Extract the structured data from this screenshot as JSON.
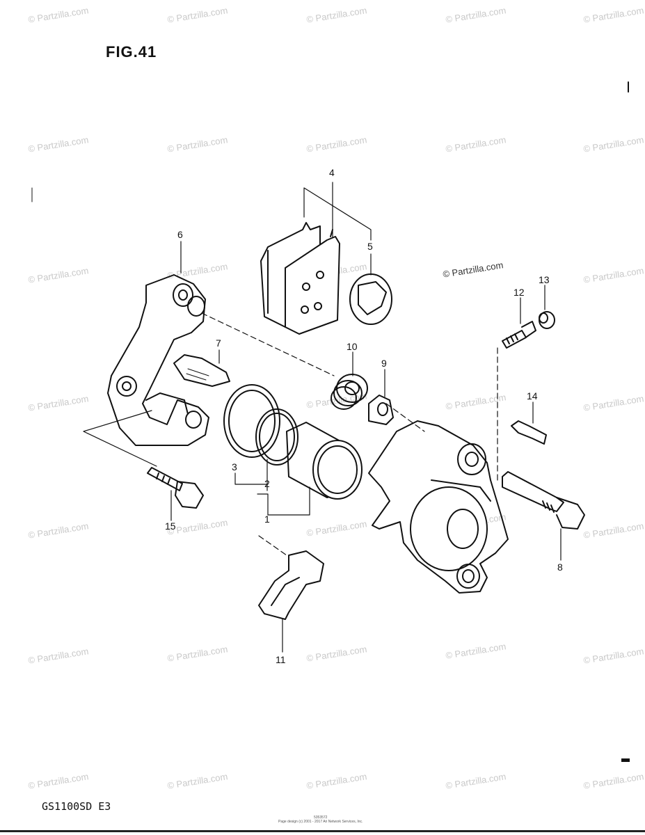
{
  "figure": {
    "title": "FIG.41"
  },
  "model_code": "GS1100SD E3",
  "footer": {
    "id": "5353572",
    "copyright": "Page design (c) 2001 - 2017 Ari Network Services, Inc."
  },
  "watermark": {
    "text": "© Partzilla.com",
    "featured_text": "© Partzilla.com"
  },
  "callouts": [
    "1",
    "2",
    "3",
    "4",
    "5",
    "6",
    "7",
    "8",
    "9",
    "10",
    "11",
    "12",
    "13",
    "14",
    "15"
  ]
}
